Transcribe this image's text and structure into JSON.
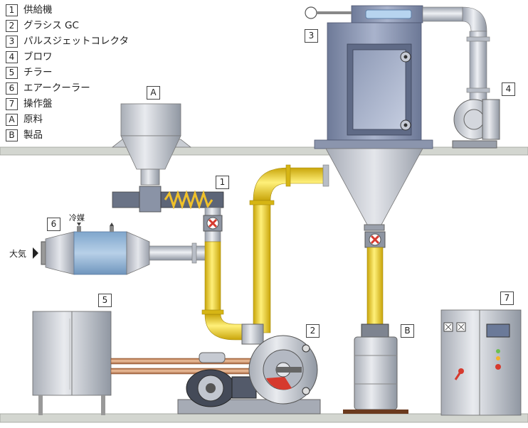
{
  "legend": [
    {
      "key": "1",
      "label": "供給機"
    },
    {
      "key": "2",
      "label": "グラシス GC"
    },
    {
      "key": "3",
      "label": "パルスジェットコレクタ"
    },
    {
      "key": "4",
      "label": "ブロワ"
    },
    {
      "key": "5",
      "label": "チラー"
    },
    {
      "key": "6",
      "label": "エアークーラー"
    },
    {
      "key": "7",
      "label": "操作盤"
    },
    {
      "key": "A",
      "label": "原料"
    },
    {
      "key": "B",
      "label": "製品"
    }
  ],
  "tags": {
    "feeder": "1",
    "mill": "2",
    "collector": "3",
    "blower": "4",
    "chiller": "5",
    "air_cooler": "6",
    "control_panel": "7",
    "raw_material": "A",
    "product": "B"
  },
  "annotations": {
    "coolant": "冷媒",
    "atmosphere": "大気"
  },
  "colors": {
    "pipe_yellow": "#f4d21c",
    "pipe_gray": "#c7ccd6",
    "equipment_blue": "#7f8cab",
    "floor": "#d3d6d0",
    "valve_red": "#d63a2e"
  }
}
